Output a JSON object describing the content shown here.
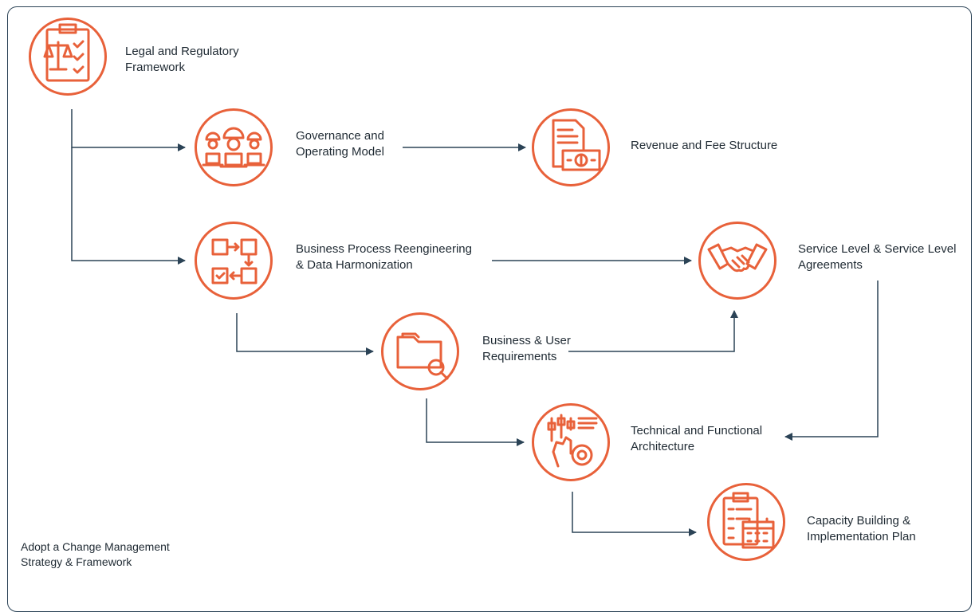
{
  "nodes": {
    "legal": {
      "line1": "Legal and Regulatory",
      "line2": "Framework",
      "icon": "scales-checklist-icon"
    },
    "governance": {
      "line1": "Governance and",
      "line2": "Operating Model",
      "icon": "workers-laptops-icon"
    },
    "revenue": {
      "line1": "Revenue and Fee Structure",
      "icon": "invoice-dollar-icon"
    },
    "bpr": {
      "line1": "Business Process Reengineering",
      "line2": "& Data Harmonization",
      "icon": "process-flow-icon"
    },
    "sla": {
      "line1": "Service Level & Service Level",
      "line2": "Agreements",
      "icon": "handshake-icon"
    },
    "requirements": {
      "line1": "Business & User",
      "line2": "Requirements",
      "icon": "folder-search-icon"
    },
    "architecture": {
      "line1": "Technical and Functional",
      "line2": "Architecture",
      "icon": "hand-gear-icon"
    },
    "capacity": {
      "line1": "Capacity Building &",
      "line2": "Implementation Plan",
      "icon": "clipboard-calendar-icon"
    }
  },
  "footer": {
    "line1": "Adopt a Change Management",
    "line2": "Strategy & Framework"
  },
  "colors": {
    "accent": "#e8613a",
    "line": "#2b4356",
    "text": "#1f2a33"
  }
}
